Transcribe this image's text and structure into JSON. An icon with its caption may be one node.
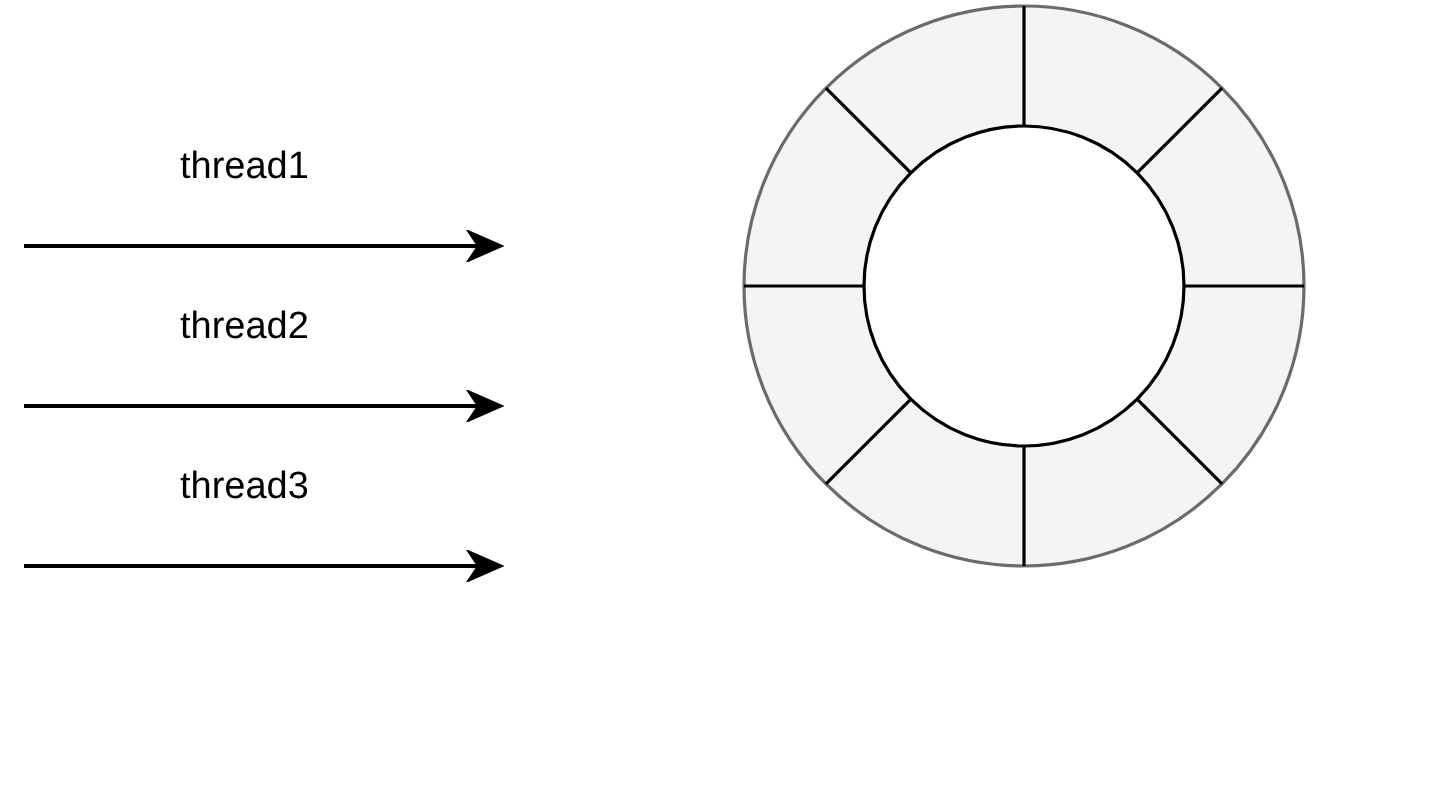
{
  "diagram": {
    "nodes": [
      {
        "text": [],
        "shape": "ring"
      }
    ],
    "labels": [
      "thread1",
      "thread2",
      "thread3"
    ]
  }
}
